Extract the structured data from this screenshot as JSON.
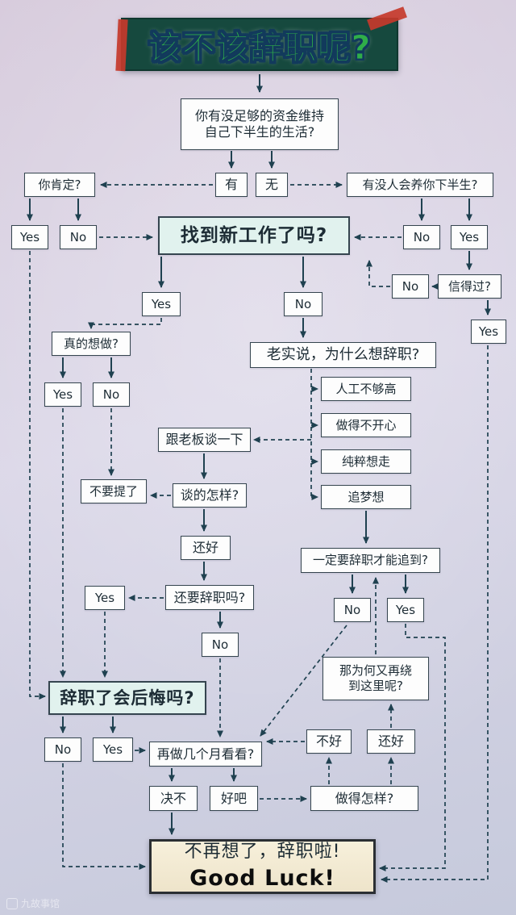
{
  "page": {
    "title": "该不该辞职呢?",
    "watermark": "九故事馆"
  },
  "nodes": {
    "start_1": "你有没足够的资金维持",
    "start_2": "自己下半生的生活?",
    "you_sure": "你肯定?",
    "have": "有",
    "none": "无",
    "support": "有没人会养你下半生?",
    "yes_sure": "Yes",
    "no_sure": "No",
    "new_job": "找到新工作了吗?",
    "no_support": "No",
    "yes_support": "Yes",
    "no_trust": "No",
    "trust": "信得过?",
    "yes_trust": "Yes",
    "yes_newjob": "Yes",
    "no_newjob": "No",
    "really_want": "真的想做?",
    "honestly": "老实说，为什么想辞职?",
    "yes_really": "Yes",
    "no_really": "No",
    "reason_pay": "人工不够高",
    "reason_unhappy": "做得不开心",
    "reason_leave": "纯粹想走",
    "reason_dream": "追梦想",
    "talk_boss": "跟老板谈一下",
    "dont_mention": "不要提了",
    "talk_how": "谈的怎样?",
    "talk_ok": "还好",
    "must_quit": "一定要辞职才能追到?",
    "yes_still": "Yes",
    "still_quit": "还要辞职吗?",
    "no_must": "No",
    "yes_must": "Yes",
    "no_still": "No",
    "why_back_1": "那为何又再绕",
    "why_back_2": "到这里呢?",
    "regret": "辞职了会后悔吗?",
    "no_regret": "No",
    "yes_regret": "Yes",
    "few_months": "再做几个月看看?",
    "not_good": "不好",
    "doing_ok": "还好",
    "never": "决不",
    "fine": "好吧",
    "how_doing": "做得怎样?",
    "final_line1": "不再想了，辞职啦!",
    "final_line2": "Good Luck!"
  }
}
